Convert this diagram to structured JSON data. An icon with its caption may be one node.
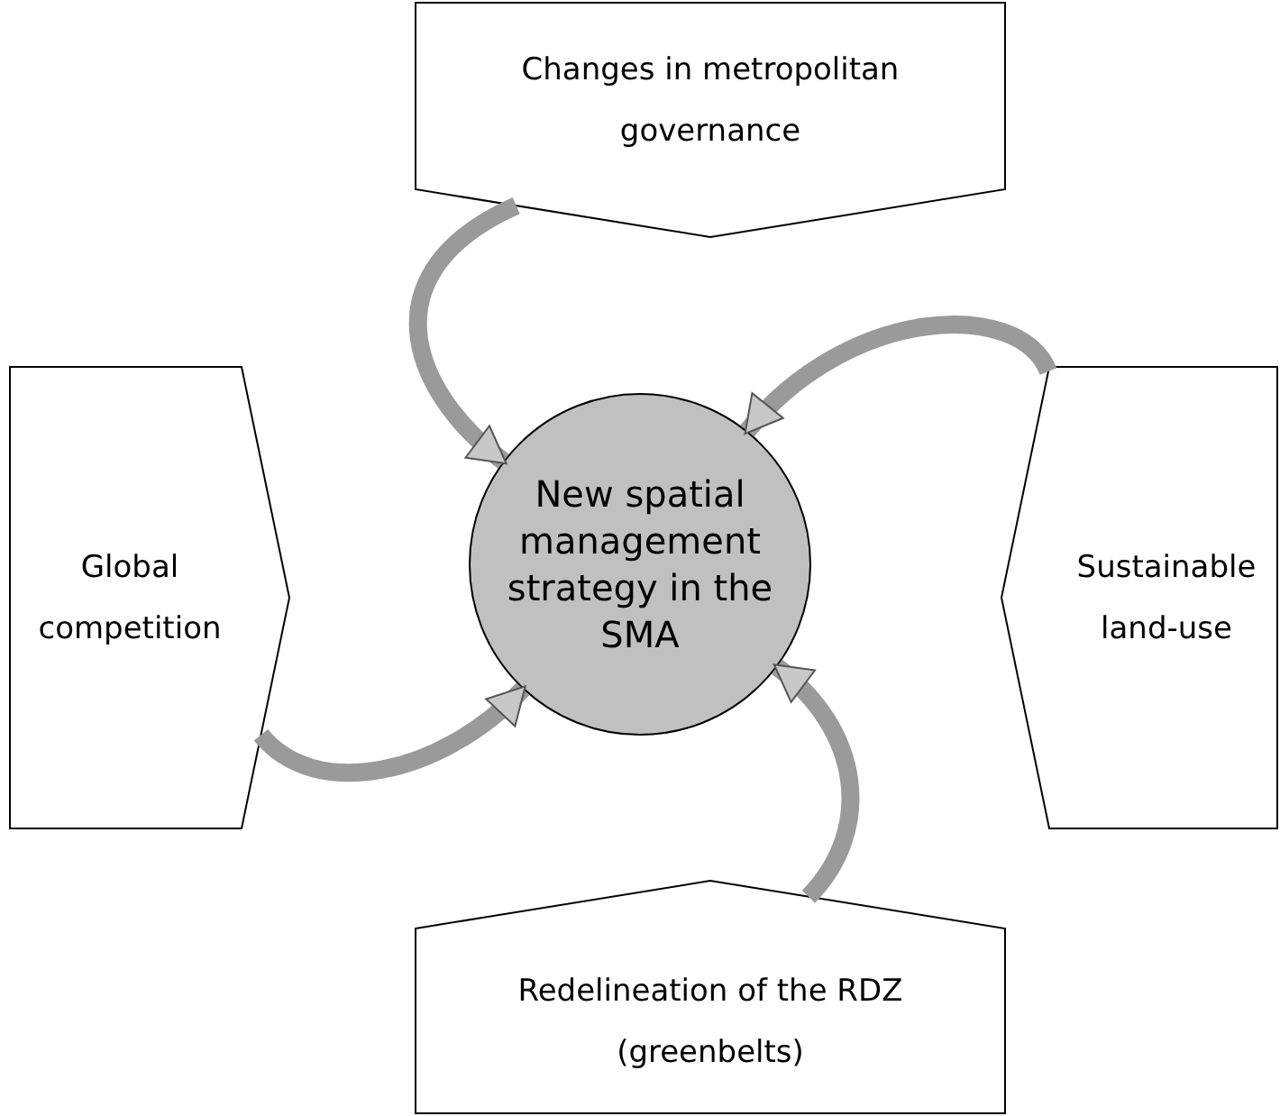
{
  "diagram": {
    "nodes": [
      {
        "text": [
          "Changes in metropolitan governance"
        ]
      },
      {
        "text": [
          "Global competition"
        ]
      },
      {
        "text": [
          "New spatial management strategy in the SMA"
        ]
      },
      {
        "text": [
          "Sustainable land-use"
        ]
      },
      {
        "text": [
          "Redelineation of the RDZ (greenbelts)"
        ]
      }
    ],
    "edges": [
      {
        "from": 0,
        "to": 2,
        "arrow": "to"
      },
      {
        "from": 3,
        "to": 2,
        "arrow": "to"
      },
      {
        "from": 1,
        "to": 2,
        "arrow": "to"
      },
      {
        "from": 4,
        "to": 2,
        "arrow": "to"
      }
    ]
  }
}
